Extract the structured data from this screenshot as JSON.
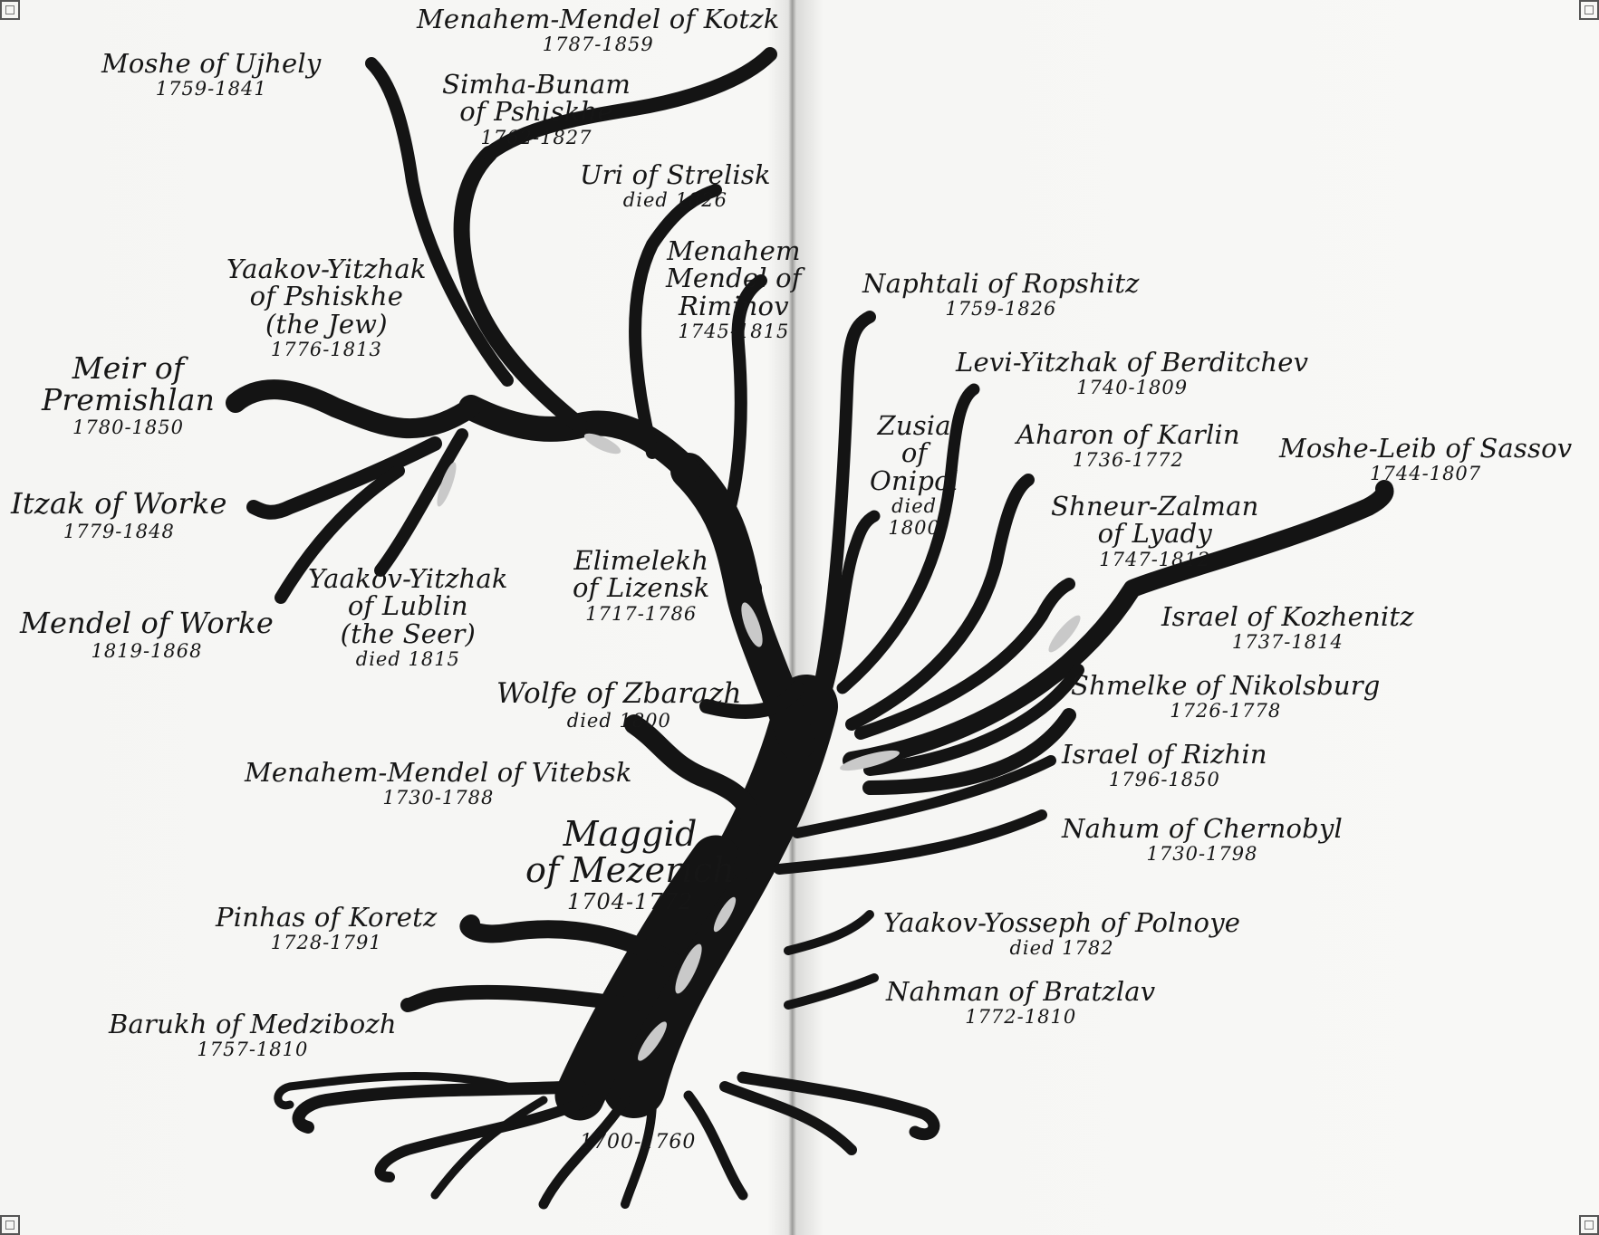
{
  "labels": {
    "menahem_mendel_kotzk": {
      "name": "Menahem-Mendel of Kotzk",
      "dates": "1787-1859"
    },
    "moshe_ujhely": {
      "name": "Moshe of Ujhely",
      "dates": "1759-1841"
    },
    "simha_bunam": {
      "name": "Simha-Bunam",
      "name2": "of Pshiskhe",
      "dates": "1762-1827"
    },
    "uri_strelisk": {
      "name": "Uri of Strelisk",
      "dates": "died 1826"
    },
    "menahem_mendel_riminov": {
      "name": "Menahem",
      "name2": "Mendel of",
      "name3": "Riminov",
      "dates": "1745-1815"
    },
    "yaakov_yitzhak_jew": {
      "name": "Yaakov-Yitzhak",
      "name2": "of Pshiskhe",
      "name3": "(the Jew)",
      "dates": "1776-1813"
    },
    "meir_premishlan": {
      "name": "Meir of",
      "name2": "Premishlan",
      "dates": "1780-1850"
    },
    "itzak_worke": {
      "name": "Itzak of Worke",
      "dates": "1779-1848"
    },
    "mendel_worke": {
      "name": "Mendel of Worke",
      "dates": "1819-1868"
    },
    "yaakov_yitzhak_seer": {
      "name": "Yaakov-Yitzhak",
      "name2": "of Lublin",
      "name3": "(the Seer)",
      "dates": "died 1815"
    },
    "elimelekh": {
      "name": "Elimelekh",
      "name2": "of Lizensk",
      "dates": "1717-1786"
    },
    "wolfe_zbarazh": {
      "name": "Wolfe of Zbarazh",
      "dates": "died 1800"
    },
    "menahem_mendel_vitebsk": {
      "name": "Menahem-Mendel of Vitebsk",
      "dates": "1730-1788"
    },
    "maggid": {
      "name": "Maggid",
      "name2": "of Mezerich",
      "dates": "1704-1772"
    },
    "pinhas_koretz": {
      "name": "Pinhas of Koretz",
      "dates": "1728-1791"
    },
    "barukh": {
      "name": "Barukh of Medzibozh",
      "dates": "1757-1810"
    },
    "root_dates": {
      "dates": "1700-1760"
    },
    "naphtali": {
      "name": "Naphtali of Ropshitz",
      "dates": "1759-1826"
    },
    "levi_yitzhak": {
      "name": "Levi-Yitzhak of Berditchev",
      "dates": "1740-1809"
    },
    "zusia": {
      "name": "Zusia",
      "name2": "of",
      "name3": "Onipol",
      "dates": "died",
      "dates2": "1800"
    },
    "aharon_karlin": {
      "name": "Aharon of Karlin",
      "dates": "1736-1772"
    },
    "moshe_leib": {
      "name": "Moshe-Leib of Sassov",
      "dates": "1744-1807"
    },
    "shneur_zalman": {
      "name": "Shneur-Zalman",
      "name2": "of Lyady",
      "dates": "1747-1812"
    },
    "israel_kozhenitz": {
      "name": "Israel of Kozhenitz",
      "dates": "1737-1814"
    },
    "shmelke": {
      "name": "Shmelke of Nikolsburg",
      "dates": "1726-1778"
    },
    "israel_rizhin": {
      "name": "Israel of Rizhin",
      "dates": "1796-1850"
    },
    "nahum": {
      "name": "Nahum of Chernobyl",
      "dates": "1730-1798"
    },
    "yaakov_yosseph": {
      "name": "Yaakov-Yosseph of Polnoye",
      "dates": "died 1782"
    },
    "nahman": {
      "name": "Nahman of Bratzlav",
      "dates": "1772-1810"
    }
  },
  "colors": {
    "ink": "#141414",
    "paper": "#f7f7f5",
    "leaf": "#c9c9c9",
    "gutter": "#9a9a98"
  }
}
